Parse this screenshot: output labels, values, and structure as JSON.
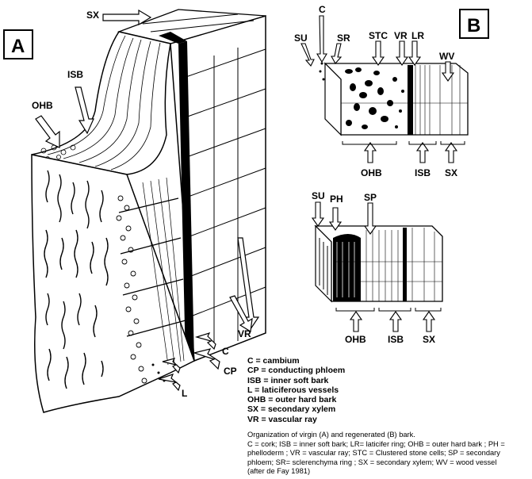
{
  "panel_a": {
    "letter": "A",
    "labels": {
      "sx": "SX",
      "isb": "ISB",
      "ohb": "OHB",
      "vr": "VR",
      "c": "C",
      "cp": "CP",
      "l": "L"
    }
  },
  "panel_b": {
    "letter": "B",
    "top_labels": {
      "su": "SU",
      "c": "C",
      "sr": "SR",
      "stc": "STC",
      "vr": "VR",
      "lr": "LR",
      "wv": "WV",
      "ohb": "OHB",
      "isb": "ISB",
      "sx": "SX"
    },
    "bottom_labels": {
      "su": "SU",
      "ph": "PH",
      "sp": "SP",
      "ohb": "OHB",
      "isb": "ISB",
      "sx": "SX"
    }
  },
  "legend": [
    "C = cambium",
    "CP = conducting phloem",
    "ISB = inner soft bark",
    "L = laticiferous vessels",
    "OHB = outer hard bark",
    "SX = secondary xylem",
    "VR = vascular ray"
  ],
  "caption": {
    "line1": "Organization of virgin (A) and regenerated (B) bark.",
    "line2": "C = cork; ISB = inner soft bark; LR= laticifer ring; OHB = outer hard bark ; PH =",
    "line3": "phelloderm ;  VR = vascular ray; STC = Clustered stone cells; SP = secondary",
    "line4": "phloem; SR= sclerenchyma ring ; SX = secondary xylem;  WV = wood vessel",
    "line5": "(after de Fay 1981)"
  }
}
